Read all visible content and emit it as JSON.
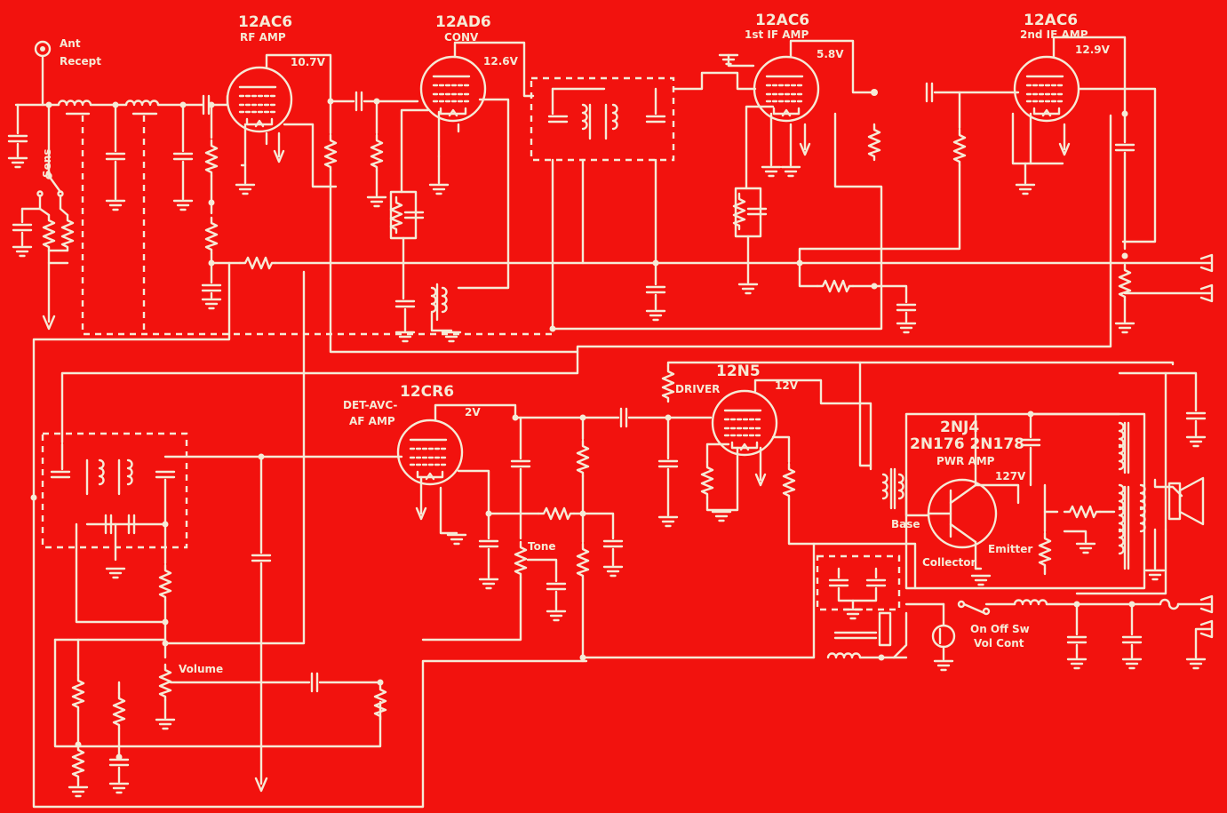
{
  "tubes": [
    {
      "type": "12AC6",
      "role": "RF AMP",
      "voltage": "10.7V"
    },
    {
      "type": "12AD6",
      "role": "CONV",
      "voltage": "12.6V"
    },
    {
      "type": "12AC6",
      "role": "1st IF AMP",
      "voltage": "5.8V"
    },
    {
      "type": "12AC6",
      "role": "2nd IF AMP",
      "voltage": "12.9V"
    },
    {
      "type": "12CR6",
      "role": "DET-AVC-",
      "role2": "AF AMP",
      "voltage": "2V"
    },
    {
      "type": "12N5",
      "role": "DRIVER",
      "voltage": "12V"
    }
  ],
  "transistor": {
    "types_line1": "2NJ4",
    "types_line2": "2N176 2N178",
    "role": "PWR AMP",
    "voltage": "127V",
    "base": "Base",
    "collector": "Collector",
    "emitter": "Emitter"
  },
  "controls": {
    "antenna_line1": "Ant",
    "antenna_line2": "Recept",
    "sensitivity": "Sens",
    "tone": "Tone",
    "volume": "Volume",
    "switch_line1": "On Off Sw",
    "switch_line2": "Vol Cont"
  }
}
